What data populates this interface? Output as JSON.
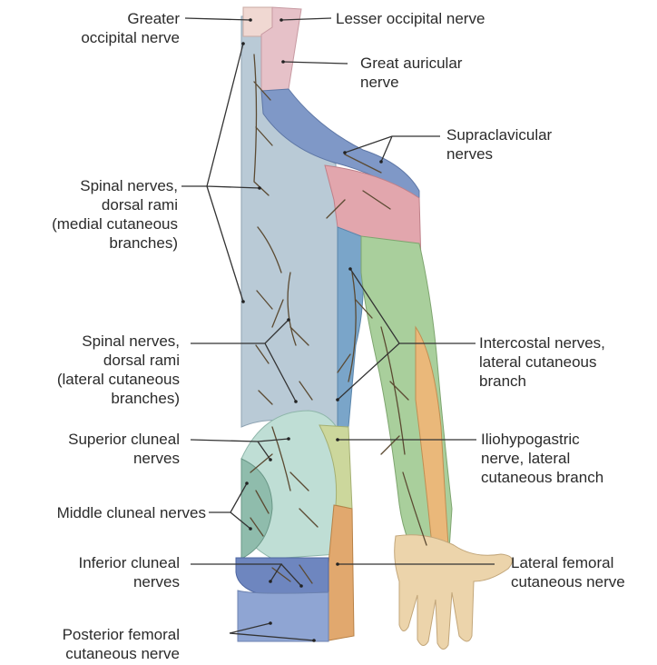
{
  "labels": {
    "greater_occipital": "Greater\noccipital nerve",
    "lesser_occipital": "Lesser occipital nerve",
    "great_auricular": "Great auricular\nnerve",
    "supraclavicular": "Supraclavicular\nnerves",
    "spinal_medial": "Spinal nerves,\ndorsal rami\n(medial cutaneous\nbranches)",
    "spinal_lateral": "Spinal nerves,\ndorsal rami\n(lateral cutaneous\nbranches)",
    "intercostal": "Intercostal nerves,\nlateral cutaneous\nbranch",
    "superior_cluneal": "Superior cluneal\nnerves",
    "iliohypogastric": "Iliohypogastric\nnerve, lateral\ncutaneous branch",
    "middle_cluneal": "Middle cluneal nerves",
    "inferior_cluneal": "Inferior cluneal\nnerves",
    "lateral_femoral": "Lateral femoral\ncutaneous nerve",
    "posterior_femoral": "Posterior femoral\ncutaneous nerve"
  },
  "colors": {
    "spinal_back": "#b9cad6",
    "supraclavicular": "#7f98c7",
    "axillary_region": "#e2a6ad",
    "neck_pink": "#e6c1c8",
    "occipital_top": "#f0d8d2",
    "intercostal_blue": "#7aa5c9",
    "arm_green": "#a9cf9c",
    "arm_orange": "#eab87a",
    "hand_skin": "#ecd4ab",
    "gluteal_teal": "#bfded5",
    "middle_cluneal": "#8fbcac",
    "inferior_cluneal": "#6e86bf",
    "posterior_femoral": "#8fa5d3",
    "iliohypogastric": "#ccd79c",
    "lateral_femoral": "#e1a86e",
    "nerve_line": "#5b4a32",
    "label_line": "#333333"
  }
}
